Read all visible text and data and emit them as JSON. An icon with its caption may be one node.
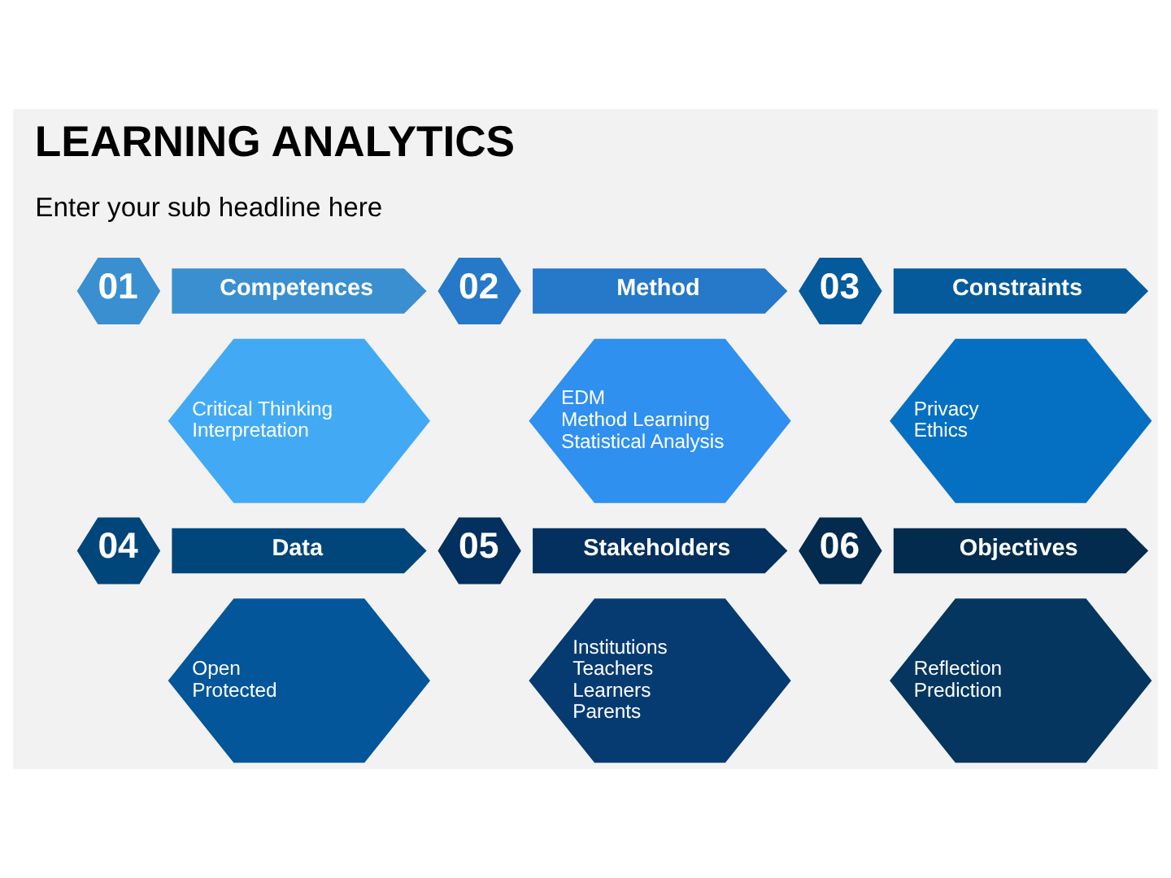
{
  "diagram": {
    "title": "LEARNING ANALYTICS",
    "nodes": [
      {
        "text": [
          "01"
        ]
      },
      {
        "text": [
          "Competences"
        ]
      },
      {
        "text": [
          "Critical Thinking",
          "Interpretation"
        ]
      },
      {
        "text": [
          "02"
        ]
      },
      {
        "text": [
          "Method"
        ]
      },
      {
        "text": [
          "EDM",
          "Method Learning",
          "Statistical Analysis"
        ]
      },
      {
        "text": [
          "03"
        ]
      },
      {
        "text": [
          "Constraints"
        ]
      },
      {
        "text": [
          "Privacy",
          "Ethics"
        ]
      },
      {
        "text": [
          "04"
        ]
      },
      {
        "text": [
          "Data"
        ]
      },
      {
        "text": [
          "Open",
          "Protected"
        ]
      },
      {
        "text": [
          "05"
        ]
      },
      {
        "text": [
          "Stakeholders"
        ]
      },
      {
        "text": [
          "Institutions",
          "Teachers",
          "Learners",
          "Parents"
        ]
      },
      {
        "text": [
          "06"
        ]
      },
      {
        "text": [
          "Objectives"
        ]
      },
      {
        "text": [
          "Reflection",
          "Prediction"
        ]
      }
    ],
    "labels": [
      "Enter your sub headline here"
    ]
  }
}
